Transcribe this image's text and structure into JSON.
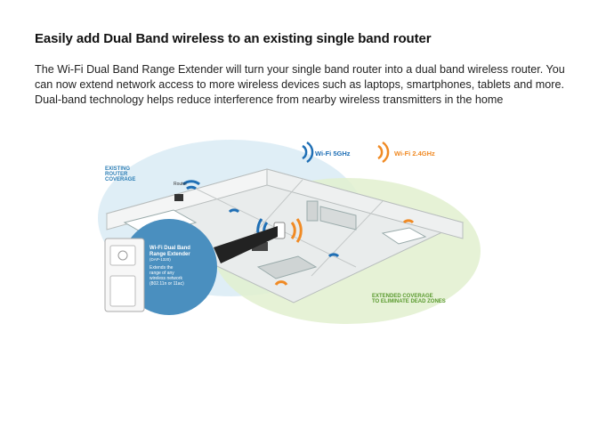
{
  "article": {
    "heading": "Easily add Dual Band wireless to an existing single band router",
    "body": "The Wi-Fi Dual Band Range Extender will turn your single band router into a dual band wireless router. You can now extend network access to more wireless devices such as laptops, smartphones, tablets and more. Dual-band technology helps reduce interference from nearby wireless transmitters in the home"
  },
  "diagram": {
    "legend_5ghz": "Wi-Fi 5GHz",
    "legend_24ghz": "Wi-Fi 2.4GHz",
    "existing_line1": "EXISTING",
    "existing_line2": "ROUTER",
    "existing_line3": "COVERAGE",
    "router_label": "Router",
    "callout_title1": "Wi-Fi Dual Band",
    "callout_title2": "Range Extender",
    "callout_model": "(DAP-1320)",
    "callout_desc1": "Extends the",
    "callout_desc2": "range of any",
    "callout_desc3": "wireless network",
    "callout_desc4": "(802.11n or 11ac)",
    "extended_line1": "EXTENDED COVERAGE",
    "extended_line2": "TO ELIMINATE DEAD ZONES",
    "colors": {
      "blue": "#1f6fb5",
      "orange": "#f08a24",
      "coverage_blue": "#cfe6f2",
      "coverage_green": "#d9ecc4",
      "label_blue": "#2a7db5",
      "label_green": "#5a9a2e",
      "callout_bg": "#4a8fbf"
    }
  }
}
